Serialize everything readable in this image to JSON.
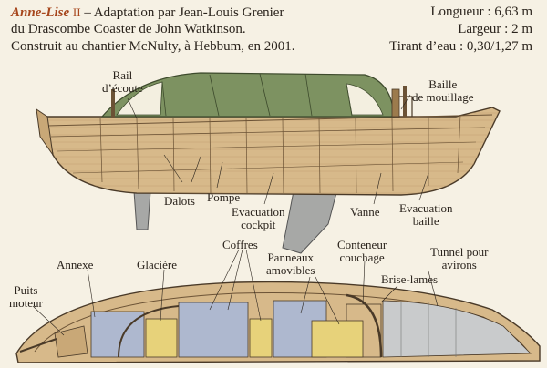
{
  "header": {
    "boat_name": "Anne-Lise",
    "boat_numeral": "II",
    "line1_rest": " – Adaptation par Jean-Louis Grenier",
    "line2": "du Drascombe Coaster de John Watkinson.",
    "line3": "Construit au chantier McNulty, à Hebbum, en 2001."
  },
  "specs": {
    "length": "Longueur : 6,63 m",
    "width": "Largeur : 2 m",
    "draft": "Tirant d’eau : 0,30/1,27 m"
  },
  "profile_labels": {
    "rail_line1": "Rail",
    "rail_line2": "d’écoute",
    "baille_line1": "Baille",
    "baille_line2": "de mouillage",
    "dalots": "Dalots",
    "pompe": "Pompe",
    "evac_cockpit_line1": "Evacuation",
    "evac_cockpit_line2": "cockpit",
    "vanne": "Vanne",
    "evac_baille_line1": "Evacuation",
    "evac_baille_line2": "baille"
  },
  "plan_labels": {
    "annexe": "Annexe",
    "glaciere": "Glacière",
    "coffres": "Coffres",
    "panneaux_line1": "Panneaux",
    "panneaux_line2": "amovibles",
    "conteneur_line1": "Conteneur",
    "conteneur_line2": "couchage",
    "tunnel_line1": "Tunnel pour",
    "tunnel_line2": "avirons",
    "brise_lames": "Brise-lames",
    "puits_line1": "Puits",
    "puits_line2": "moteur"
  },
  "colors": {
    "title_accent": "#a7471d",
    "canvas_green": "#7d9261",
    "hull_wood": "#d7b98a",
    "plan_blue": "#aeb8cf",
    "plan_yellow": "#e7d27a",
    "keel_grey": "#a7a8a6",
    "background": "#f6f1e4"
  }
}
